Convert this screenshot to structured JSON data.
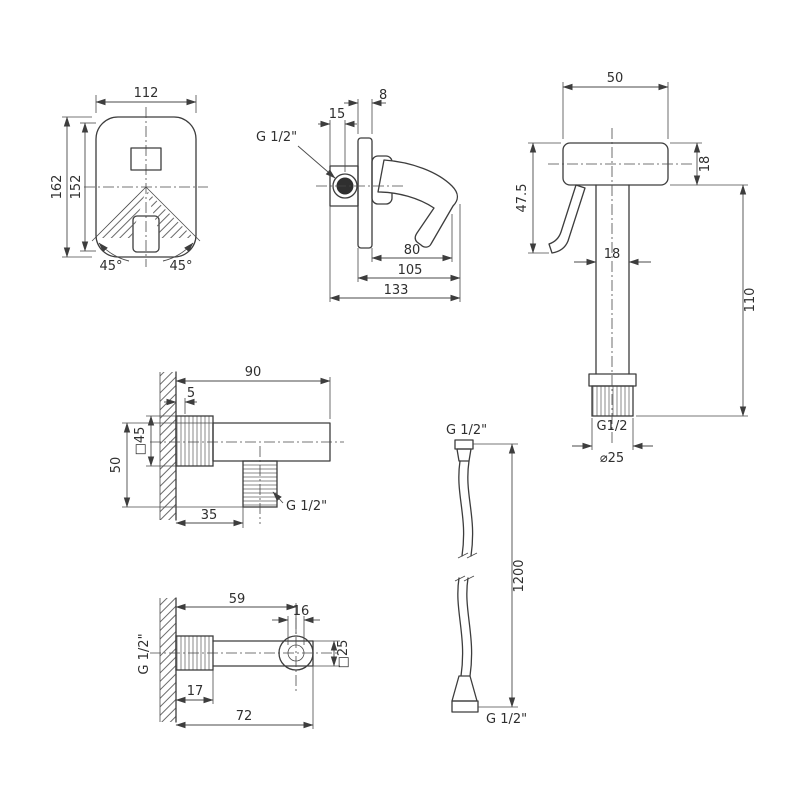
{
  "colors": {
    "background": "#ffffff",
    "line": "#3d3d3d",
    "text": "#2f2f2f"
  },
  "views": {
    "mixer_front": {
      "dim_width": "112",
      "dim_height": "162",
      "dim_inner_height": "152",
      "dim_angle_left": "45°",
      "dim_angle_right": "45°"
    },
    "mixer_side": {
      "dim_plate_thickness": "8",
      "dim_inlet_offset": "15",
      "label_thread": "G 1/2\"",
      "dim_handle_reach": "80",
      "dim_body_depth": "105",
      "dim_total_depth": "133"
    },
    "sprayer": {
      "dim_head_width": "50",
      "dim_head_height": "18",
      "dim_head_drop": "47.5",
      "dim_tube_width": "18",
      "dim_tube_length": "110",
      "label_thread": "G1/2",
      "dim_diameter": "⌀25"
    },
    "wall_outlet_front": {
      "dim_length": "90",
      "dim_lip": "5",
      "dim_square": "□45",
      "dim_height": "50",
      "dim_offset": "35",
      "label_thread": "G 1/2\""
    },
    "wall_outlet_side": {
      "dim_length": "59",
      "dim_bore": "16",
      "dim_square": "□25",
      "label_thread": "G 1/2\"",
      "dim_thread_length": "17",
      "dim_total_length": "72"
    },
    "hose": {
      "label_thread_top": "G 1/2\"",
      "dim_length": "1200",
      "label_thread_bottom": "G 1/2\""
    }
  }
}
